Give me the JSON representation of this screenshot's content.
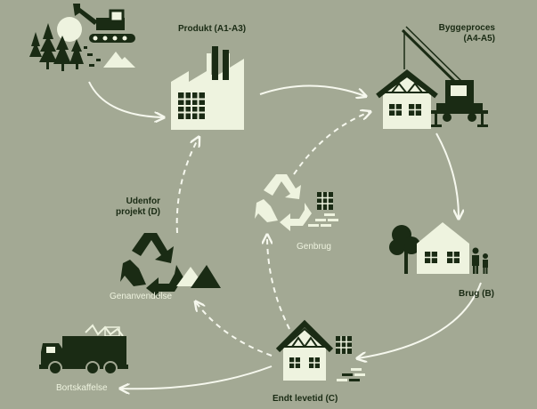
{
  "labels": {
    "produkt": "Produkt (A1-A3)",
    "byggeproces_line1": "Byggeproces",
    "byggeproces_line2": "(A4-A5)",
    "udenfor_line1": "Udenfor",
    "udenfor_line2": "projekt (D)",
    "genbrug": "Genbrug",
    "genanvendelse": "Genanvendelse",
    "brug": "Brug (B)",
    "endt_levetid": "Endt levetid (C)",
    "bortskaffelse": "Bortskaffelse"
  },
  "colors": {
    "background": "#a3a994",
    "dark": "#1a2b14",
    "light": "#eef3df",
    "arrow": "#f6f8ee"
  },
  "icons": [
    "forest-excavator-icon",
    "factory-icon",
    "crane-house-icon",
    "recycle-icon",
    "house-family-icon",
    "truck-icon",
    "roof-house-icon"
  ]
}
